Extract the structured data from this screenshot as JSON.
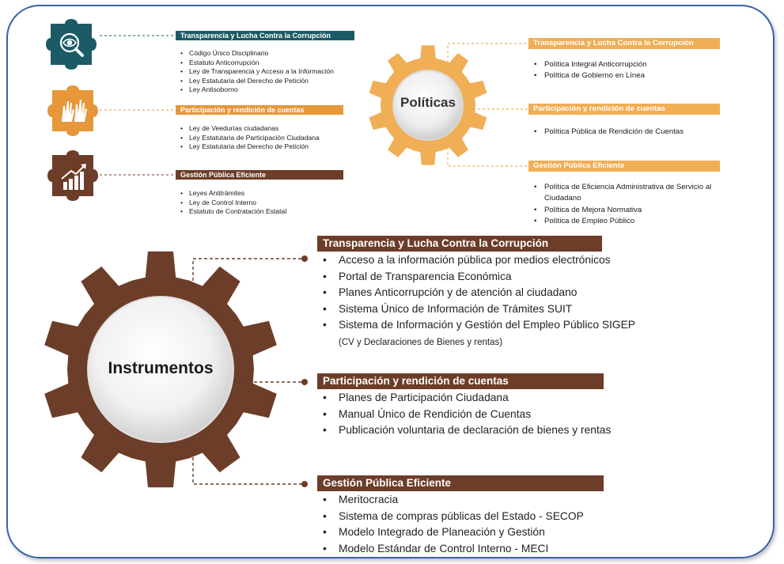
{
  "top_left": {
    "sections": [
      {
        "title": "Transparencia y Lucha Contra la Corrupción",
        "items": [
          "Código Único Disciplinario",
          "Estatuto Anticorrupción",
          "Ley de Transparencia y Acceso a la Información",
          "Ley Estatutaria del Derecho de Petición",
          "Ley Antisoborno"
        ],
        "icon": "eye-search-icon"
      },
      {
        "title": "Participación y rendición de cuentas",
        "items": [
          "Ley de Veedurías ciudadanas",
          "Ley Estatutaria de Participación Ciudadana",
          "Ley Estatutaria del Derecho de Petición"
        ],
        "icon": "raised-hands-icon"
      },
      {
        "title": "Gestión Pública Eficiente",
        "items": [
          "Leyes Antitrámites",
          "Ley de Control Interno",
          "Estatuto de Contratación Estatal"
        ],
        "icon": "growth-chart-icon"
      }
    ],
    "colors": [
      "#1c5b66",
      "#e5973a",
      "#6c3d28"
    ]
  },
  "politicas": {
    "gear_label": "Políticas",
    "sections": [
      {
        "title": "Transparencia y Lucha Contra la Corrupción",
        "items": [
          "Política Integral Anticorrupción",
          "Política de Gobierno en Línea"
        ]
      },
      {
        "title": "Participación y rendición de cuentas",
        "items": [
          "Política Pública de Rendición de Cuentas"
        ]
      },
      {
        "title": "Gestión Pública Eficiente",
        "items": [
          "Política de Eficiencia Administrativa de Servicio al Ciudadano",
          "Política de Mejora Normativa",
          "Política de Empleo Público"
        ]
      }
    ],
    "color": "#f0ae55"
  },
  "instrumentos": {
    "gear_label": "Instrumentos",
    "sections": [
      {
        "title": "Transparencia y Lucha Contra la Corrupción",
        "items": [
          "Acceso a la información pública por medios electrónicos",
          "Portal de Transparencia Económica",
          "Planes Anticorrupción y de atención al ciudadano",
          "Sistema Único de Información de Trámites SUIT"
        ],
        "sigep_main": "Sistema de Información y Gestión del Empleo Público SIGEP",
        "sigep_note": "(CV y Declaraciones de Bienes y rentas)"
      },
      {
        "title": "Participación y rendición de cuentas",
        "items": [
          "Planes de Participación Ciudadana",
          "Manual Único de Rendición de Cuentas",
          "Publicación voluntaria de declaración de bienes y rentas"
        ]
      },
      {
        "title": "Gestión Pública Eficiente",
        "items": [
          "Meritocracia",
          "Sistema de compras públicas del Estado - SECOP",
          "Modelo Integrado de Planeación y Gestión",
          "Modelo Estándar de Control Interno - MECI"
        ]
      }
    ],
    "color": "#6c3d28"
  }
}
